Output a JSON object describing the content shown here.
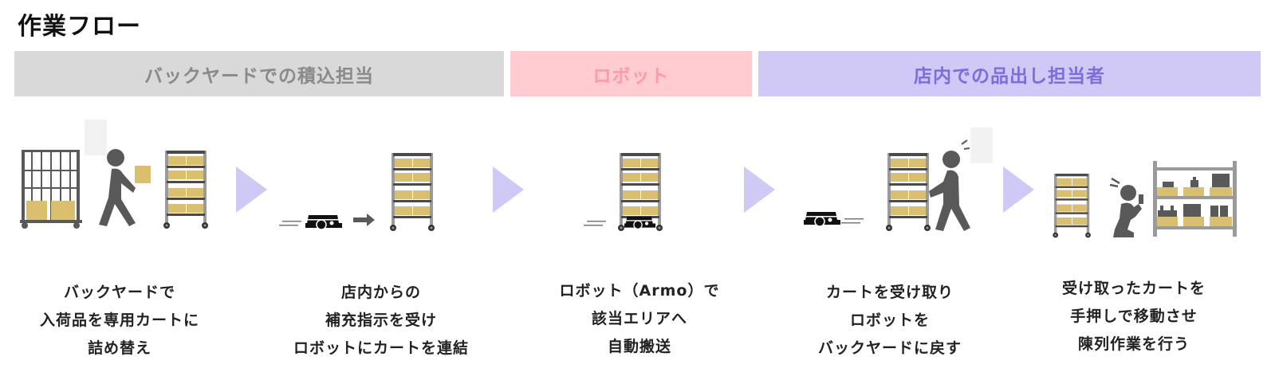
{
  "title": "作業フロー",
  "lanes": [
    {
      "label": "バックヤードでの積込担当",
      "color": "#d9d9d9",
      "text_color": "#8a8a8a"
    },
    {
      "label": "ロボット",
      "color": "#ffccd1",
      "text_color": "#ff9aa6"
    },
    {
      "label": "店内での品出し担当者",
      "color": "#d0c9f6",
      "text_color": "#7b6ddb"
    }
  ],
  "steps": [
    {
      "icon": "worker-loading-cart-icon",
      "lines": [
        "バックヤードで",
        "入荷品を専用カートに",
        "詰め替え"
      ]
    },
    {
      "icon": "robot-connect-cart-icon",
      "lines": [
        "店内からの",
        "補充指示を受け",
        "ロボットにカートを連結"
      ]
    },
    {
      "icon": "robot-carrying-cart-icon",
      "lines": [
        "ロボット（Armo）で",
        "該当エリアへ",
        "自動搬送"
      ]
    },
    {
      "icon": "worker-receiving-cart-icon",
      "lines": [
        "カートを受け取り",
        "ロボットを",
        "バックヤードに戻す"
      ]
    },
    {
      "icon": "worker-stocking-shelf-icon",
      "lines": [
        "受け取ったカートを",
        "手押しで移動させ",
        "陳列作業を行う"
      ]
    }
  ],
  "colors": {
    "arrow": "#cfc9f6",
    "box": "#d9bf6e",
    "figure": "#595959",
    "frame": "#9a9a9a"
  }
}
